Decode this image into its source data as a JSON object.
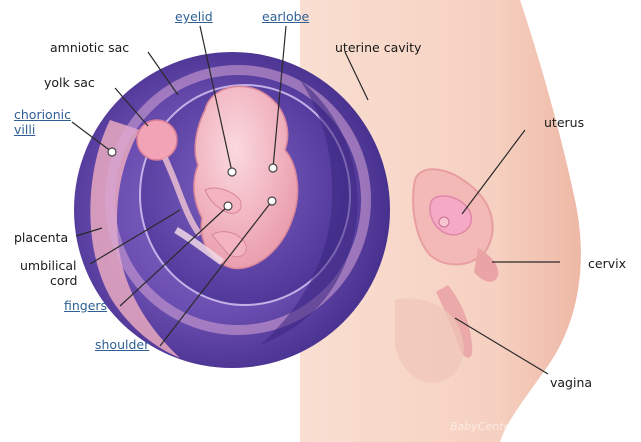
{
  "labels": {
    "eyelid": "eyelid",
    "earlobe": "earlobe",
    "amniotic_sac": "amniotic sac",
    "uterine_cavity": "uterine cavity",
    "yolk_sac": "yolk sac",
    "chorionic_line1": "chorionic",
    "chorionic_line2": "villi",
    "uterus": "uterus",
    "placenta": "placenta",
    "umbilical_line1": "umbilical",
    "umbilical_line2": "cord",
    "fingers": "fingers",
    "shoulder": "shoulder",
    "cervix": "cervix",
    "vagina": "vagina"
  },
  "watermark": "BabyCenter",
  "colors": {
    "link_label": "#2f5f95",
    "plain_label": "#1a1a1a",
    "skin": "#f6d3c4",
    "sac_purple": "#5a3f9c",
    "embryo_pink": "#f4b8c4"
  }
}
